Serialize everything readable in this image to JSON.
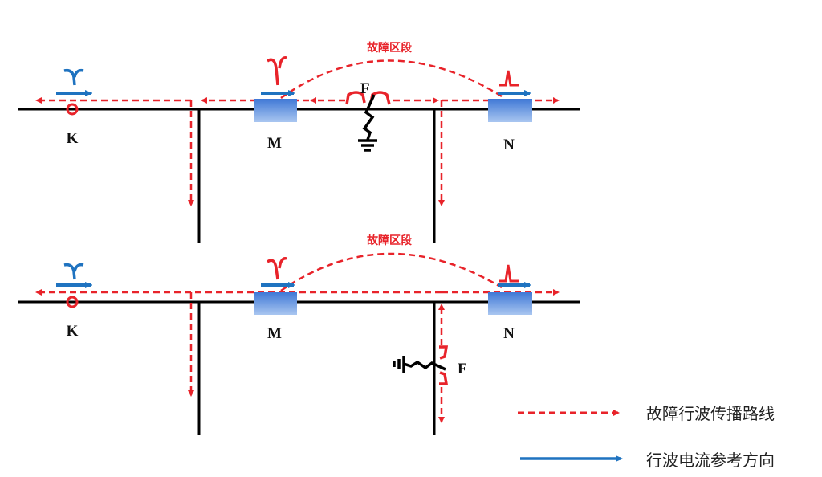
{
  "colors": {
    "fault_path": "#e8232a",
    "reference": "#1f73c0",
    "line": "#000000",
    "node": "#5b8fd9"
  },
  "top": {
    "section_label": "故障区段",
    "nodes": {
      "k": "K",
      "m": "M",
      "n": "N"
    },
    "fault": "F"
  },
  "bottom": {
    "section_label": "故障区段",
    "nodes": {
      "k": "K",
      "m": "M",
      "n": "N"
    },
    "fault": "F"
  },
  "legend": {
    "fault_path": "故障行波传播路线",
    "reference_direction": "行波电流参考方向"
  }
}
